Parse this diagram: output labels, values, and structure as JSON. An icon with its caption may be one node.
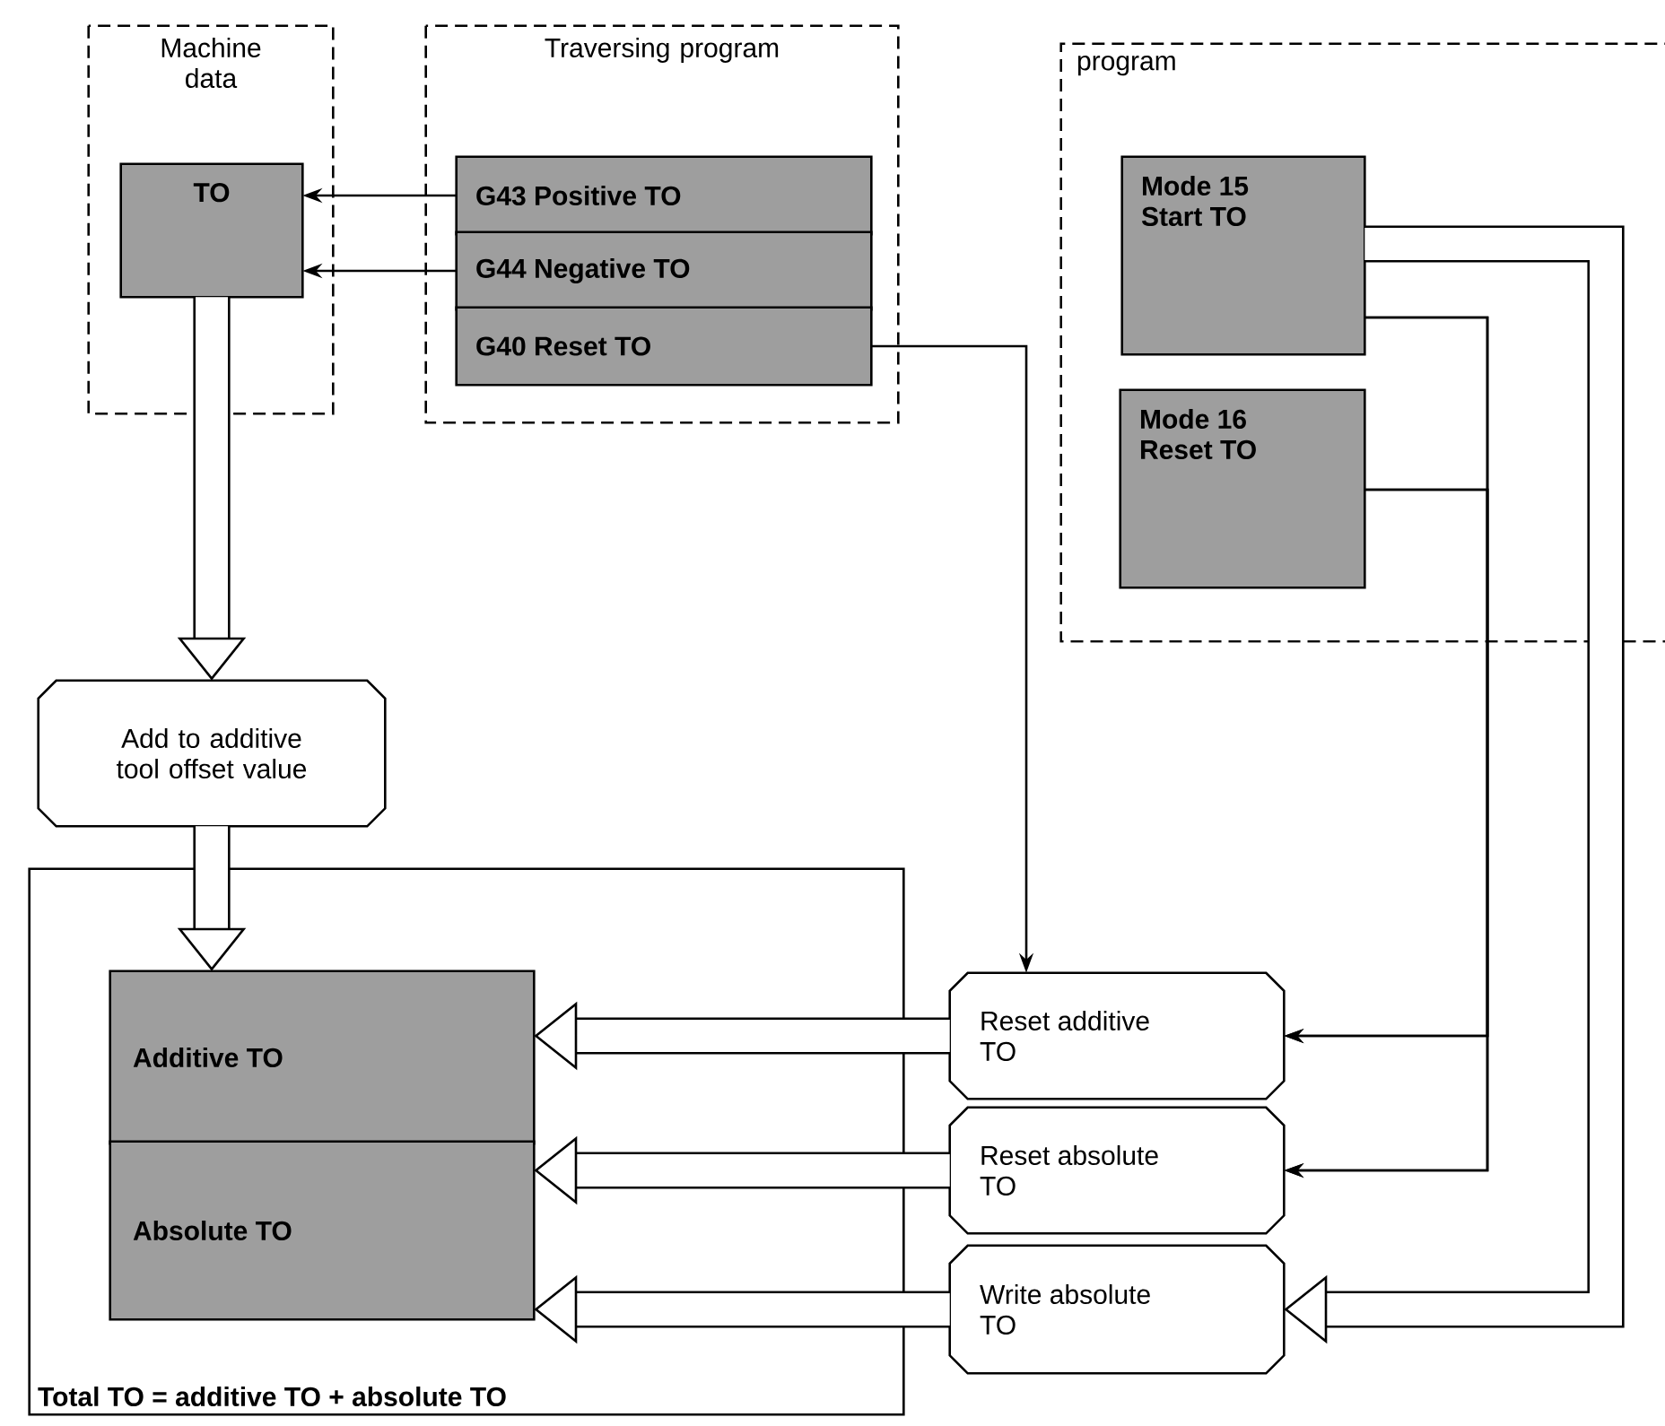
{
  "diagram": {
    "nodes": [
      {
        "text": [
          "Machine data"
        ]
      },
      {
        "text": [
          "TO"
        ],
        "in": 0
      },
      {
        "text": [
          "Traversing program"
        ]
      },
      {
        "text": [
          "G43 Positive TO"
        ],
        "in": 2
      },
      {
        "text": [
          "G44 Negative TO"
        ],
        "in": 2
      },
      {
        "text": [
          "G40 Reset TO"
        ],
        "in": 2
      },
      {
        "text": [
          "program"
        ]
      },
      {
        "text": [
          "Mode 15 Start TO"
        ],
        "in": 6
      },
      {
        "text": [
          "Mode 16 Reset TO"
        ],
        "in": 6
      },
      {
        "text": [
          "Add to additive tool offset value"
        ]
      },
      {
        "text": [
          "Total TO = additive TO + absolute TO"
        ]
      },
      {
        "text": [
          "Additive TO"
        ],
        "in": 10
      },
      {
        "text": [
          "Absolute TO"
        ],
        "in": 10
      },
      {
        "text": [
          "Reset additive TO"
        ]
      },
      {
        "text": [
          "Reset absolute TO"
        ]
      },
      {
        "text": [
          "Write absolute TO"
        ]
      }
    ],
    "edges": [
      {
        "from": 3,
        "to": 1,
        "arrow": "to"
      },
      {
        "from": 4,
        "to": 1,
        "arrow": "to"
      },
      {
        "from": 1,
        "to": 9,
        "arrow": "to",
        "style": "thick"
      },
      {
        "from": 9,
        "to": 11,
        "arrow": "to",
        "style": "thick"
      },
      {
        "from": 5,
        "to": 13,
        "arrow": "to"
      },
      {
        "from": 7,
        "to": 13,
        "arrow": "to"
      },
      {
        "from": 7,
        "to": 14,
        "arrow": "to"
      },
      {
        "from": 8,
        "to": 13,
        "arrow": "to"
      },
      {
        "from": 8,
        "to": 14,
        "arrow": "to"
      },
      {
        "from": 7,
        "to": 15,
        "arrow": "to",
        "style": "thick"
      },
      {
        "from": 13,
        "to": 11,
        "arrow": "to",
        "style": "thick"
      },
      {
        "from": 14,
        "to": 12,
        "arrow": "to",
        "style": "thick"
      },
      {
        "from": 15,
        "to": 12,
        "arrow": "to",
        "style": "thick"
      }
    ]
  }
}
